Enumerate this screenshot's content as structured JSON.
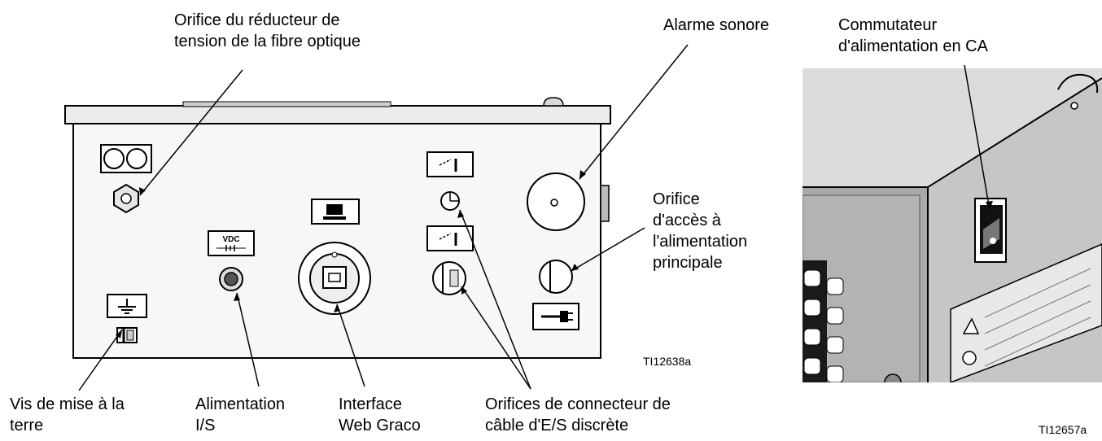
{
  "labels": {
    "orifice_reducteur": [
      "Orifice du réducteur de",
      "tension de la fibre optique"
    ],
    "alarme": [
      "Alarme sonore"
    ],
    "commutateur": [
      "Commutateur",
      "d'alimentation en CA"
    ],
    "orifice_acces": [
      "Orifice",
      "d'accès à",
      "l'alimentation",
      "principale"
    ],
    "vis": [
      "Vis de mise à la",
      "terre"
    ],
    "alimentation_is": [
      "Alimentation",
      "I/S"
    ],
    "interface_web": [
      "Interface",
      "Web Graco"
    ],
    "orifices_connecteur": [
      "Orifices de connecteur de",
      "câble d'E/S discrète"
    ]
  },
  "figure_ids": {
    "left": "TI12638a",
    "right": "TI12657a"
  },
  "panel_icons": {
    "vdc_text": "VDC"
  }
}
